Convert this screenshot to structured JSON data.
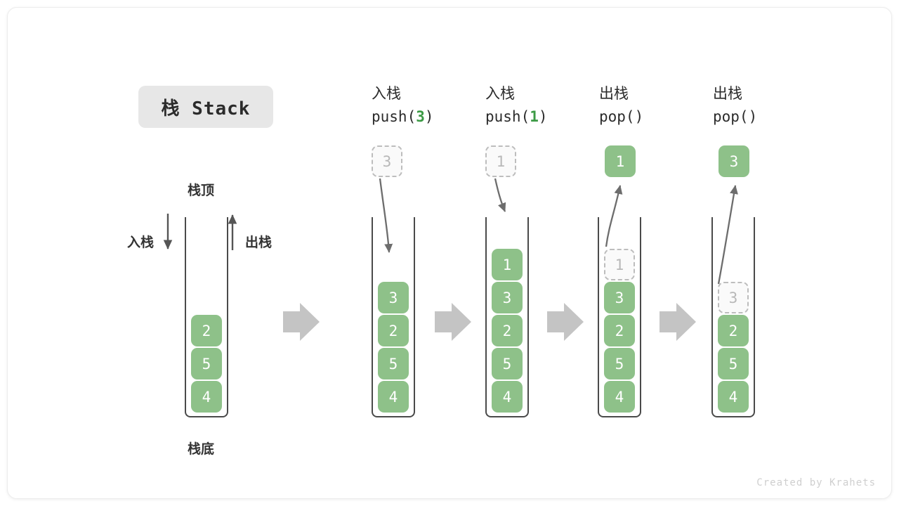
{
  "title": "栈 Stack",
  "watermark": "Created by Krahets",
  "colors": {
    "cell_fill": "#8ec189",
    "cell_text": "#ffffff",
    "ghost_fill": "#fafafa",
    "ghost_border": "#bdbdbd",
    "ghost_text": "#b8b8b8",
    "accent_green": "#3c9a45",
    "tube_border": "#4a4a4a",
    "flow_arrow": "#c4c4c4",
    "badge_bg": "#e7e7e7",
    "text": "#333333"
  },
  "annotations": {
    "top_label": "栈顶",
    "bottom_label": "栈底",
    "push_label": "入栈",
    "pop_label": "出栈"
  },
  "columns": [
    {
      "id": "initial",
      "head_cn": "",
      "head_code": "",
      "code_prefix": "",
      "code_arg": "",
      "code_suffix": "",
      "float_cell": null,
      "cells": [
        {
          "value": "2",
          "state": "solid"
        },
        {
          "value": "5",
          "state": "solid"
        },
        {
          "value": "4",
          "state": "solid"
        }
      ]
    },
    {
      "id": "push-3",
      "head_cn": "入栈",
      "head_code": "push(3)",
      "code_prefix": "push(",
      "code_arg": "3",
      "code_suffix": ")",
      "float_cell": {
        "value": "3",
        "state": "ghost"
      },
      "cells": [
        {
          "value": "3",
          "state": "solid"
        },
        {
          "value": "2",
          "state": "solid"
        },
        {
          "value": "5",
          "state": "solid"
        },
        {
          "value": "4",
          "state": "solid"
        }
      ]
    },
    {
      "id": "push-1",
      "head_cn": "入栈",
      "head_code": "push(1)",
      "code_prefix": "push(",
      "code_arg": "1",
      "code_suffix": ")",
      "float_cell": {
        "value": "1",
        "state": "ghost"
      },
      "cells": [
        {
          "value": "1",
          "state": "solid"
        },
        {
          "value": "3",
          "state": "solid"
        },
        {
          "value": "2",
          "state": "solid"
        },
        {
          "value": "5",
          "state": "solid"
        },
        {
          "value": "4",
          "state": "solid"
        }
      ]
    },
    {
      "id": "pop-1",
      "head_cn": "出栈",
      "head_code": "pop()",
      "code_prefix": "pop()",
      "code_arg": "",
      "code_suffix": "",
      "float_cell": {
        "value": "1",
        "state": "solid"
      },
      "cells": [
        {
          "value": "1",
          "state": "ghost"
        },
        {
          "value": "3",
          "state": "solid"
        },
        {
          "value": "2",
          "state": "solid"
        },
        {
          "value": "5",
          "state": "solid"
        },
        {
          "value": "4",
          "state": "solid"
        }
      ]
    },
    {
      "id": "pop-2",
      "head_cn": "出栈",
      "head_code": "pop()",
      "code_prefix": "pop()",
      "code_arg": "",
      "code_suffix": "",
      "float_cell": {
        "value": "3",
        "state": "solid"
      },
      "cells": [
        {
          "value": "3",
          "state": "ghost"
        },
        {
          "value": "2",
          "state": "solid"
        },
        {
          "value": "5",
          "state": "solid"
        },
        {
          "value": "4",
          "state": "solid"
        }
      ]
    }
  ]
}
